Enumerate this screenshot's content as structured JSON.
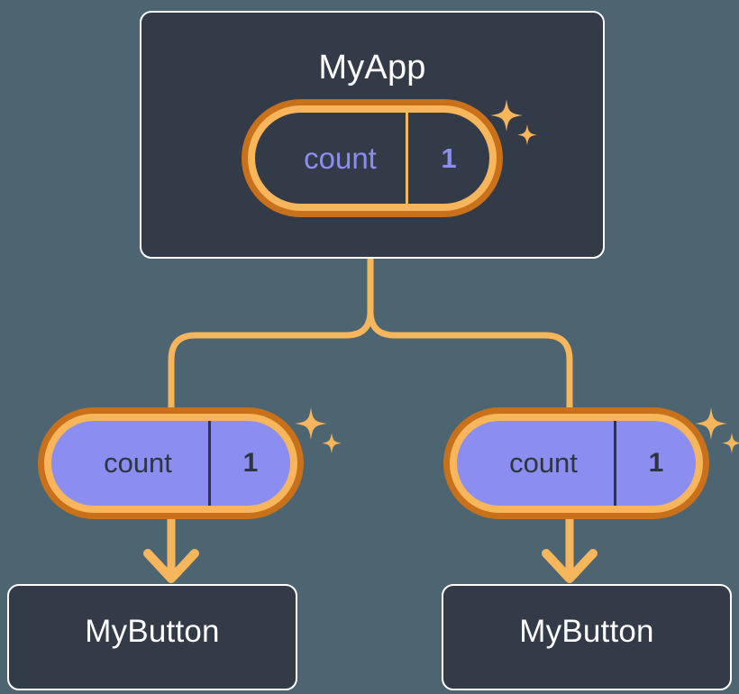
{
  "diagram": {
    "background_color": "#4c6570",
    "accent_color": "#f7b55c",
    "accent_dark_color": "#c8701a",
    "state_color": "#8b8ef0",
    "card_color": "#333a48"
  },
  "nodes": {
    "root": {
      "title": "MyApp",
      "state": {
        "name": "count",
        "value": "1"
      }
    },
    "children": [
      {
        "title": "MyButton",
        "state": {
          "name": "count",
          "value": "1"
        }
      },
      {
        "title": "MyButton",
        "state": {
          "name": "count",
          "value": "1"
        }
      }
    ]
  },
  "icons": {
    "sparkle_large": "sparkle-icon",
    "sparkle_small": "sparkle-small-icon",
    "arrow": "arrow-down-icon"
  }
}
